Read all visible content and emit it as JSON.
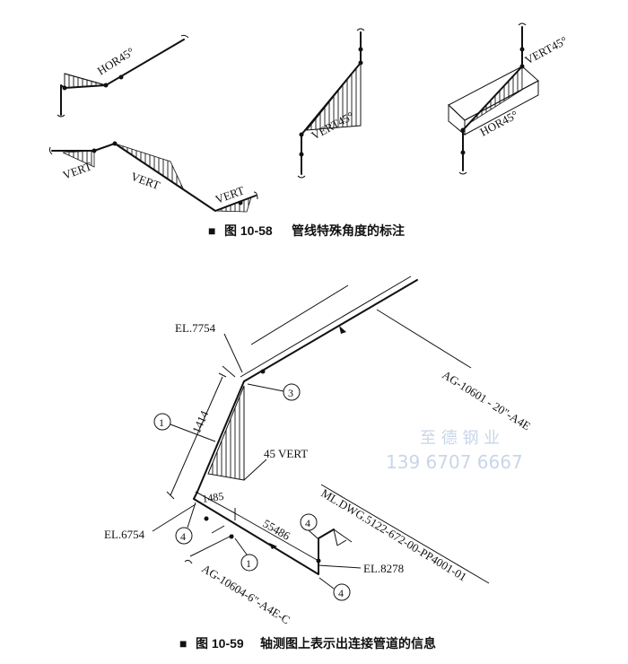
{
  "figure1": {
    "labels": {
      "hor45_a": "HOR45°",
      "vert45_b": "VERT45°",
      "vert45_c": "VERT45°",
      "hor45_c": "HOR45°",
      "vert_1": "VERT",
      "vert_2": "VERT",
      "vert_3": "VERT"
    },
    "caption_marker": "■",
    "caption_number": "图 10-58",
    "caption_title": "管线特殊角度的标注"
  },
  "figure2": {
    "labels": {
      "el_top": "EL.7754",
      "el_left": "EL.6754",
      "el_right": "EL.8278",
      "line_main": "AG-10601 - 20\"-A4E",
      "line_branch": "AG-10604-6\"-A4E-C",
      "ml_dwg": "ML.DWG.5122-672-00-PP4001-01",
      "dim_1414": "1414",
      "dim_1485": "1485",
      "dim_55486": "55486",
      "vert45": "45 VERT",
      "circle_1a": "1",
      "circle_1b": "1",
      "circle_3": "3",
      "circle_4a": "4",
      "circle_4b": "4",
      "circle_4c": "4"
    },
    "caption_marker": "■",
    "caption_number": "图 10-59",
    "caption_title": "轴测图上表示出连接管道的信息"
  },
  "watermark": {
    "company": "至 德 钢 业",
    "phone": "139 6707 6667"
  }
}
